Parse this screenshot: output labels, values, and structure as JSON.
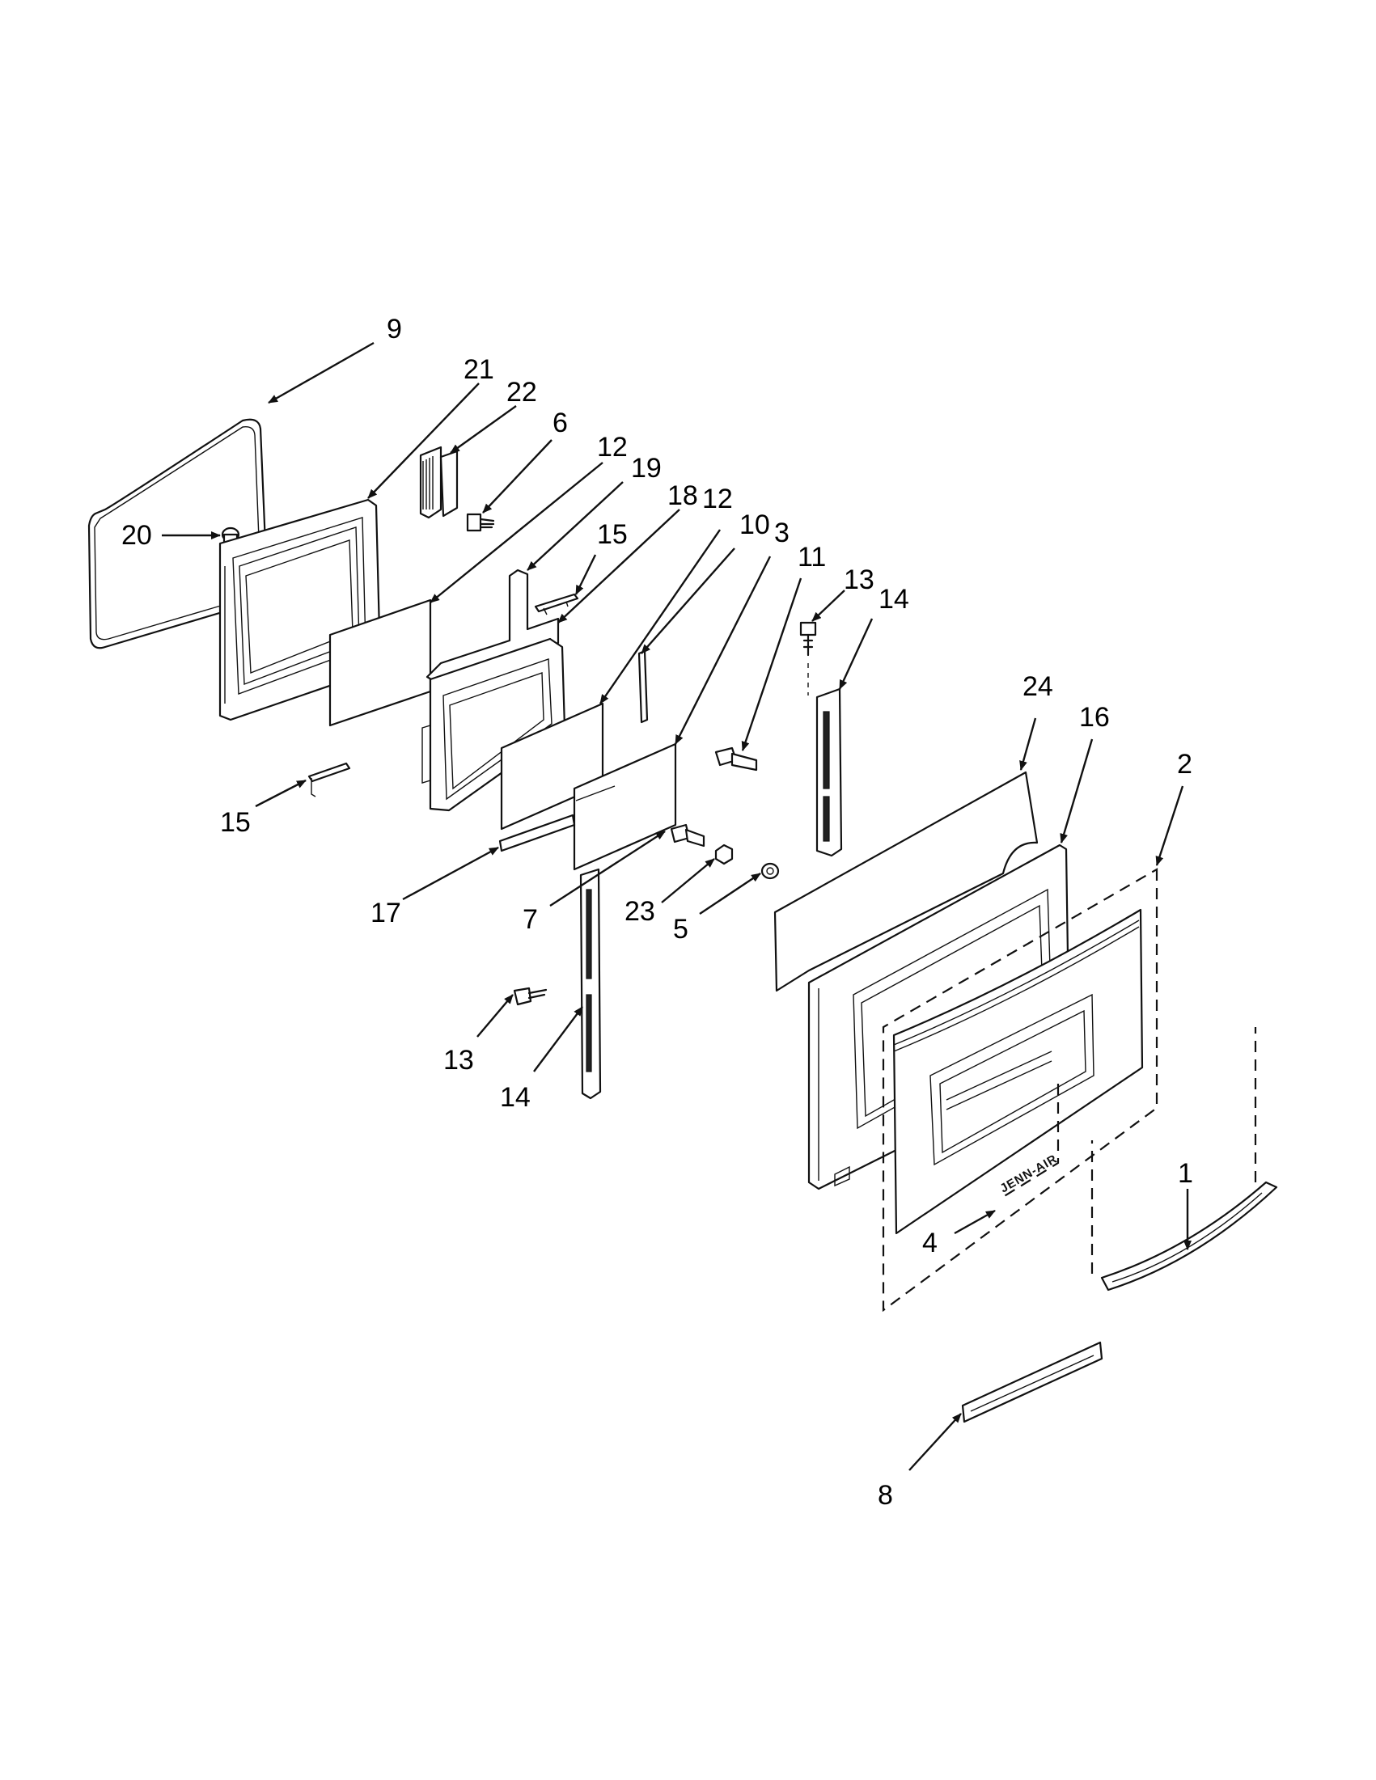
{
  "callouts": [
    "9",
    "21",
    "22",
    "6",
    "12",
    "19",
    "18",
    "12",
    "10",
    "3",
    "11",
    "13",
    "14",
    "15",
    "20",
    "15",
    "17",
    "7",
    "23",
    "5",
    "13",
    "14",
    "24",
    "16",
    "2",
    "1",
    "4",
    "8"
  ],
  "logo_text": "JENN-AIR",
  "colors": {
    "ink": "#111111",
    "background": "#ffffff"
  },
  "icons": {
    "arrowhead": "arrow-head-icon"
  }
}
